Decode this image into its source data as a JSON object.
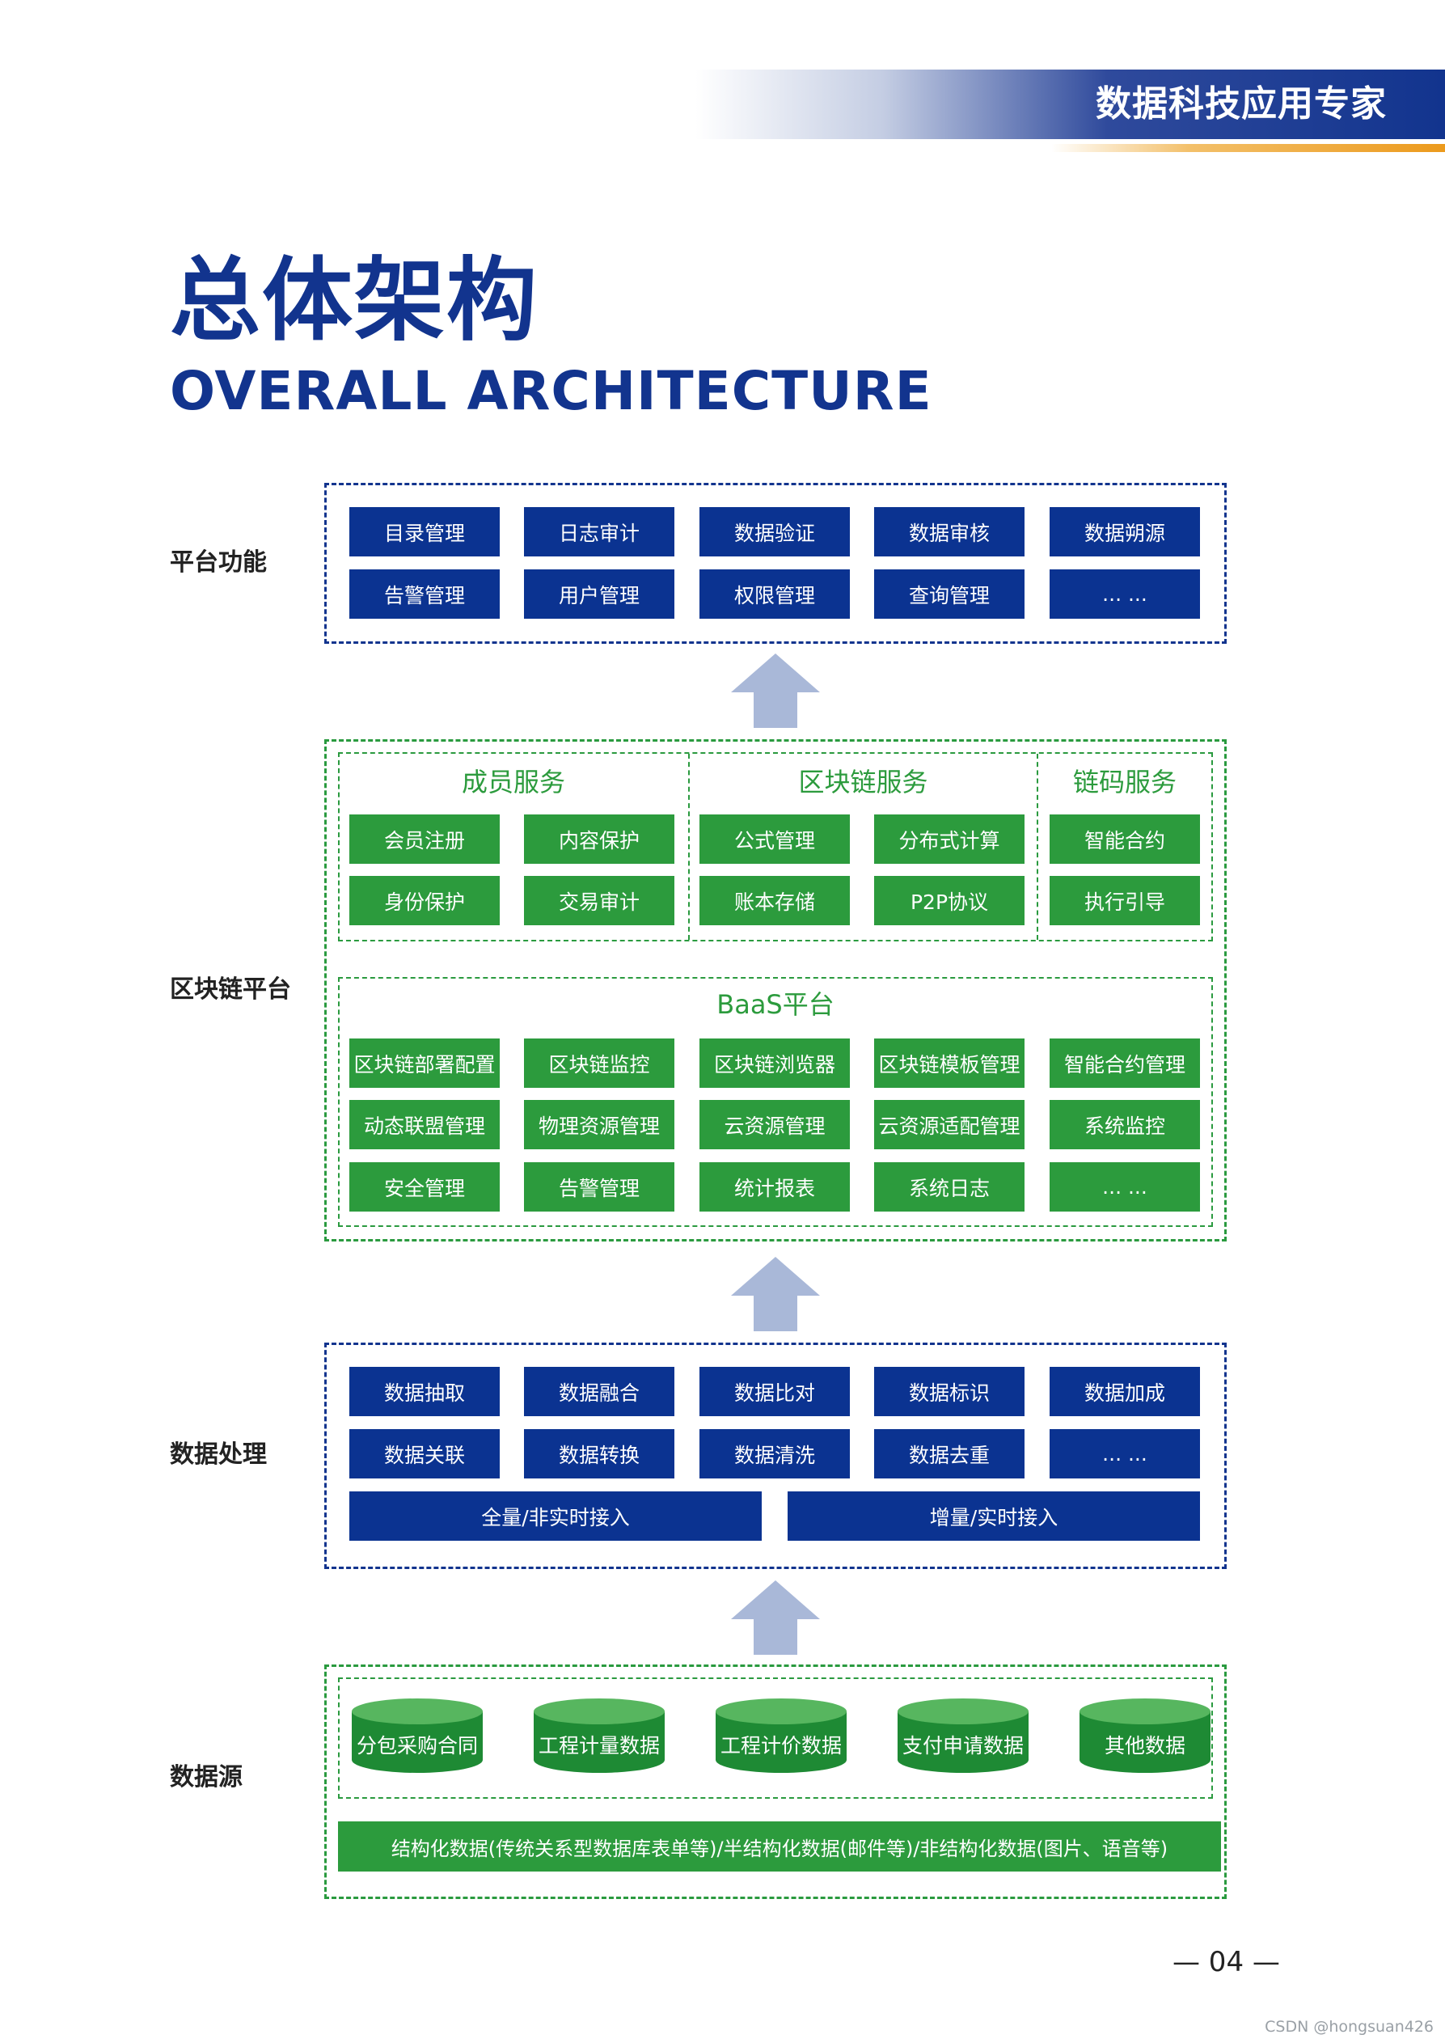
{
  "header": {
    "slogan": "数据科技应用专家"
  },
  "page": {
    "title": "总体架构",
    "subtitle": "OVERALL ARCHITECTURE",
    "number": "— 04 —"
  },
  "watermark": "CSDN @hongsuan426",
  "layers": {
    "platform": {
      "label": "平台功能",
      "items": [
        "目录管理",
        "日志审计",
        "数据验证",
        "数据审核",
        "数据朔源",
        "告警管理",
        "用户管理",
        "权限管理",
        "查询管理",
        "... ..."
      ]
    },
    "blockchain": {
      "label": "区块链平台",
      "member": {
        "title": "成员服务",
        "items": [
          "会员注册",
          "内容保护",
          "身份保护",
          "交易审计"
        ]
      },
      "chain": {
        "title": "区块链服务",
        "items": [
          "公式管理",
          "分布式计算",
          "账本存储",
          "P2P协议"
        ]
      },
      "code": {
        "title": "链码服务",
        "items": [
          "智能合约",
          "执行引导"
        ]
      },
      "baas": {
        "title": "BaaS平台",
        "items": [
          "区块链部署配置",
          "区块链监控",
          "区块链浏览器",
          "区块链模板管理",
          "智能合约管理",
          "动态联盟管理",
          "物理资源管理",
          "云资源管理",
          "云资源适配管理",
          "系统监控",
          "安全管理",
          "告警管理",
          "统计报表",
          "系统日志",
          "... ..."
        ]
      }
    },
    "processing": {
      "label": "数据处理",
      "items": [
        "数据抽取",
        "数据融合",
        "数据比对",
        "数据标识",
        "数据加成",
        "数据关联",
        "数据转换",
        "数据清洗",
        "数据去重",
        "... ..."
      ],
      "ingest": [
        "全量/非实时接入",
        "增量/实时接入"
      ]
    },
    "source": {
      "label": "数据源",
      "items": [
        "分包采购合同",
        "工程计量数据",
        "工程计价数据",
        "支付申请数据",
        "其他数据"
      ],
      "footer": "结构化数据(传统关系型数据库表单等)/半结构化数据(邮件等)/非结构化数据(图片、语音等)"
    }
  },
  "colors": {
    "navy": "#0b3391",
    "green": "#2c9b3d",
    "arrow": "#a9b8d8",
    "cylinder_top": "#57b65f",
    "cylinder_body": "#1e8a34"
  }
}
